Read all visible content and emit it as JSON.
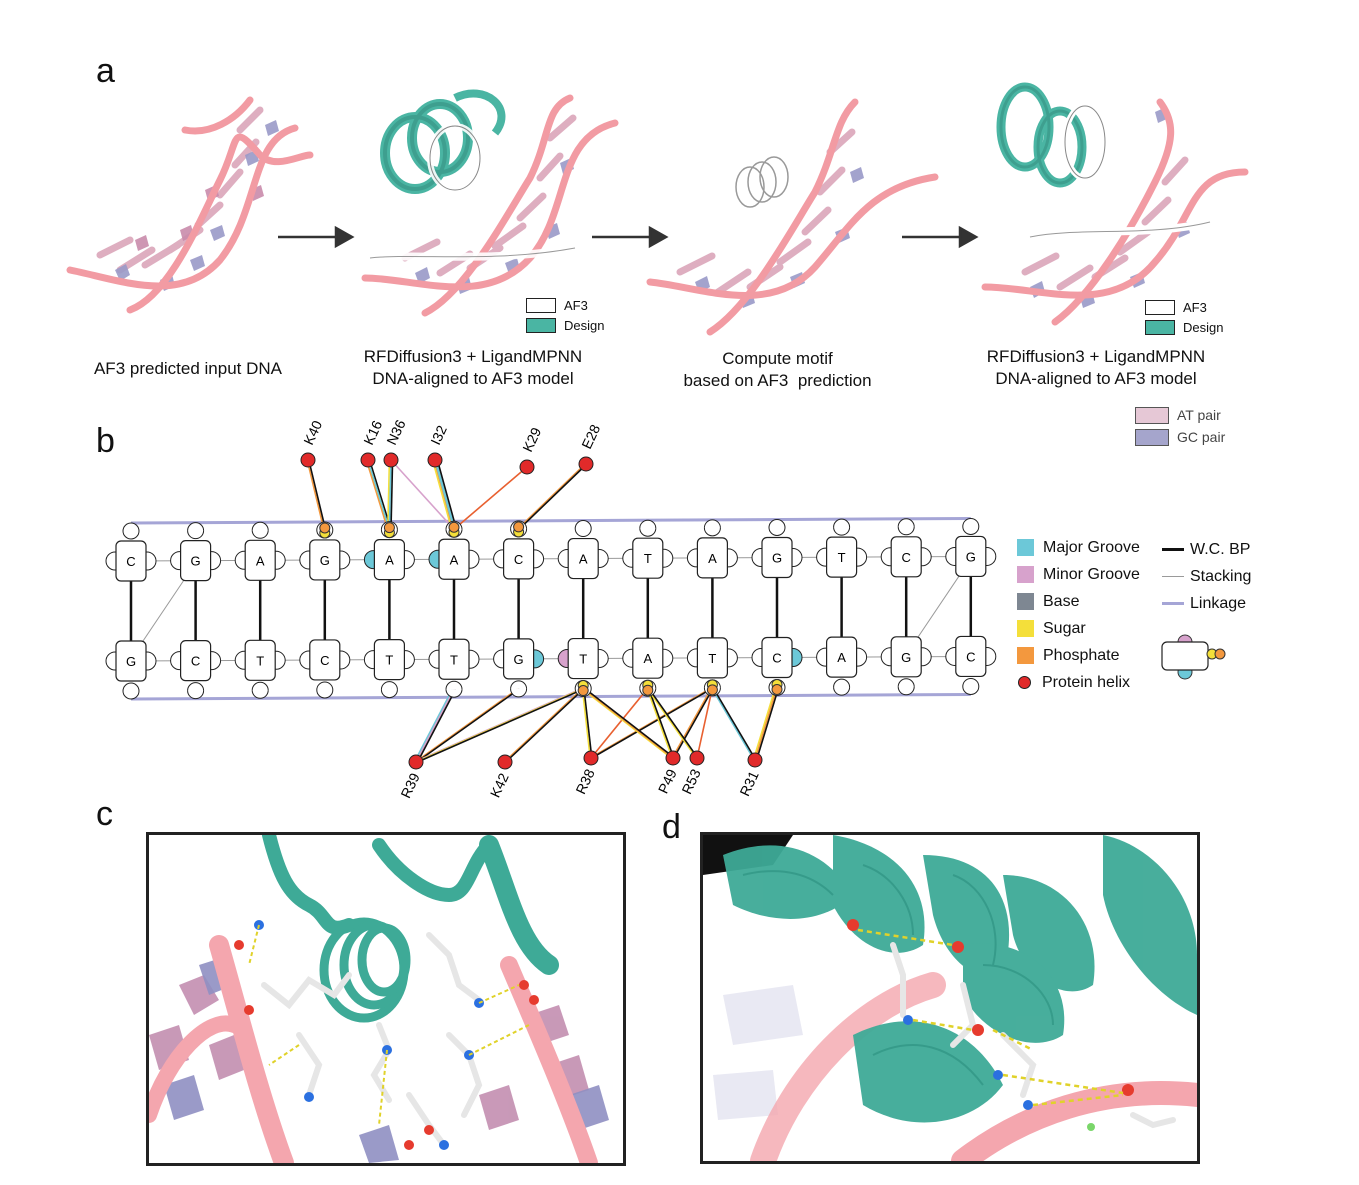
{
  "panels": {
    "a": "a",
    "b": "b",
    "c": "c",
    "d": "d"
  },
  "panel_a": {
    "captions": [
      "AF3 predicted input DNA",
      "RFDiffusion3 + LigandMPNN\nDNA-aligned to AF3 model",
      "Compute motif\nbased on AF3  prediction",
      "RFDiffusion3 + LigandMPNN\nDNA-aligned to AF3 model"
    ],
    "legend": {
      "af3": "AF3",
      "design": "Design"
    },
    "pair_legend": {
      "at": "AT pair",
      "gc": "GC pair"
    },
    "colors": {
      "dna_backbone": "#f29ba3",
      "design": "#4ab5a3",
      "at_pair": "#e6c8d6",
      "gc_pair": "#a5a5cc",
      "arrow": "#333333"
    }
  },
  "panel_b": {
    "top_strand": [
      "C",
      "G",
      "A",
      "G",
      "A",
      "A",
      "C",
      "A",
      "T",
      "A",
      "G",
      "T",
      "C",
      "G"
    ],
    "bottom_strand": [
      "G",
      "C",
      "T",
      "C",
      "T",
      "T",
      "G",
      "T",
      "A",
      "T",
      "C",
      "A",
      "G",
      "C"
    ],
    "top_residues": [
      "K40",
      "K16",
      "N36",
      "I32",
      "K29",
      "E28"
    ],
    "bottom_residues": [
      "R39",
      "K42",
      "R38",
      "P49",
      "R53",
      "R31"
    ],
    "legend_groups": [
      {
        "label": "Major Groove",
        "color": "#6cc8d8"
      },
      {
        "label": "Minor Groove",
        "color": "#d7a2cc"
      },
      {
        "label": "Base",
        "color": "#7e8792"
      },
      {
        "label": "Sugar",
        "color": "#f4df3a"
      },
      {
        "label": "Phosphate",
        "color": "#f3983e"
      },
      {
        "label": "Protein helix",
        "color": "#e12a2a"
      }
    ],
    "legend_lines": [
      {
        "label": "W.C. BP",
        "color": "#111111"
      },
      {
        "label": "Stacking",
        "color": "#9a9a9a"
      },
      {
        "label": "Linkage",
        "color": "#a5a5d6"
      }
    ]
  }
}
